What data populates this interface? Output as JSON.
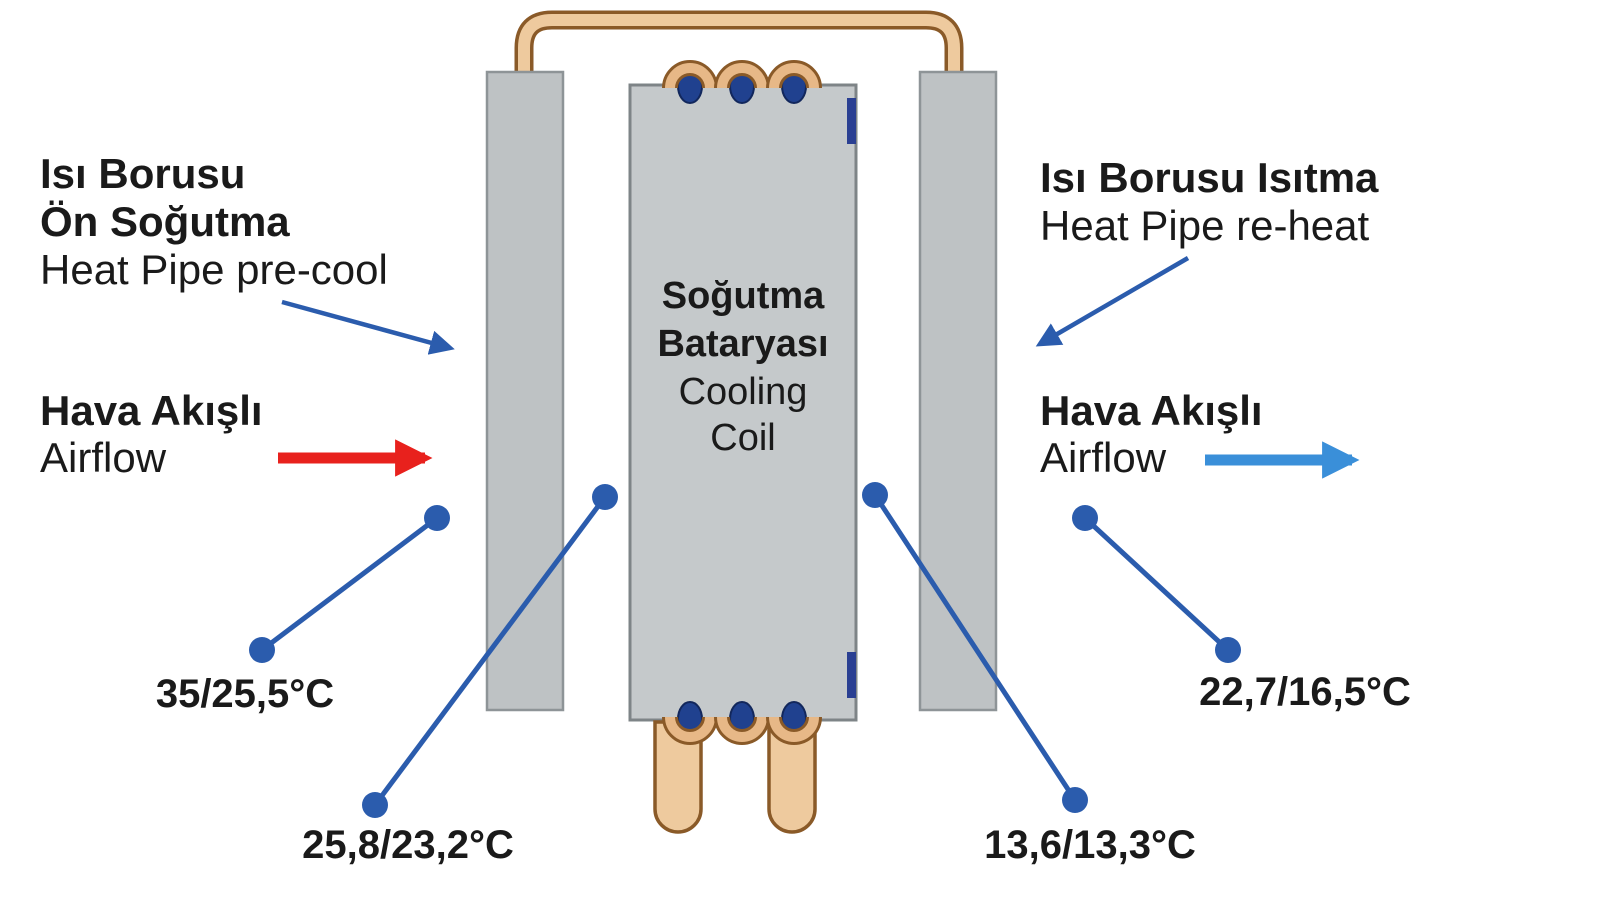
{
  "diagram": {
    "coil": {
      "title_tr_1": "Soğutma",
      "title_tr_2": "Bataryası",
      "title_en_1": "Cooling",
      "title_en_2": "Coil"
    },
    "left_heatpipe": {
      "tr_1": "Isı Borusu",
      "tr_2": "Ön Soğutma",
      "en": "Heat Pipe pre-cool"
    },
    "right_heatpipe": {
      "tr": "Isı Borusu Isıtma",
      "en": "Heat Pipe re-heat"
    },
    "airflow_in": {
      "tr": "Hava Akışlı",
      "en": "Airflow"
    },
    "airflow_out": {
      "tr": "Hava Akışlı",
      "en": "Airflow"
    },
    "temperatures": {
      "inlet": "35/25,5°C",
      "after_precool": "25,8/23,2°C",
      "after_coil": "13,6/13,3°C",
      "outlet": "22,7/16,5°C"
    },
    "colors": {
      "callout_blue": "#2b5cad",
      "airflow_in_red": "#e8211d",
      "airflow_out_blue": "#3a8fd9",
      "pipe_copper": "#eeca9e",
      "pipe_outline_brown": "#8a5a28",
      "column_gray": "#bec2c4",
      "coil_gray": "#c5c9cb",
      "fitting_blue": "#20418f",
      "text_dark": "#1a1a1a"
    }
  }
}
